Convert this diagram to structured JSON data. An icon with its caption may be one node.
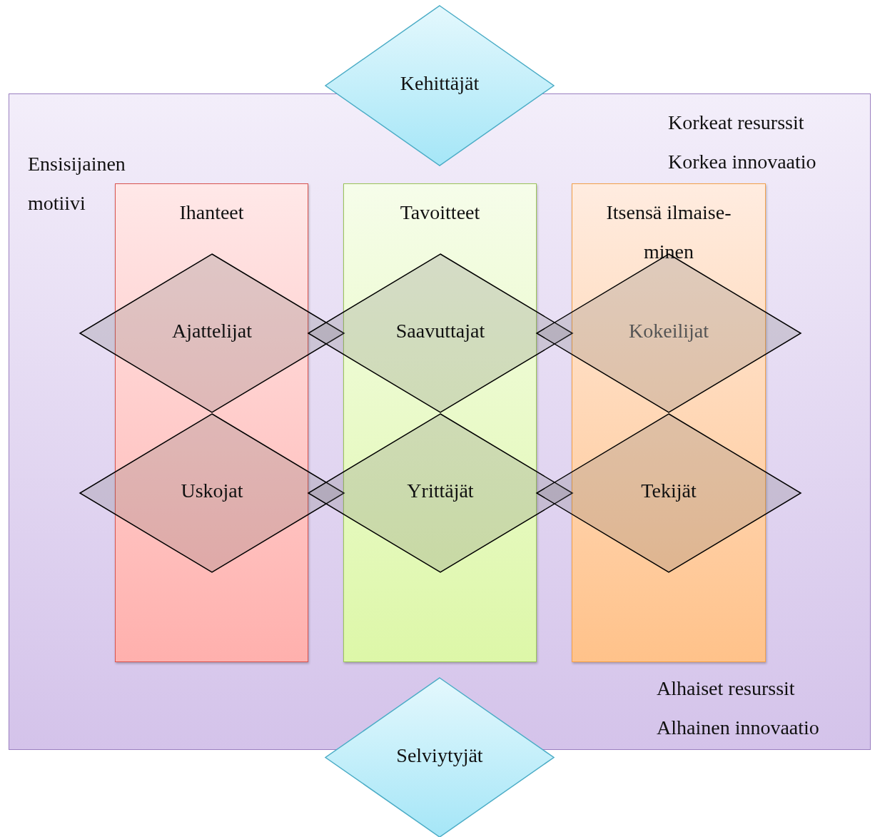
{
  "diagram": {
    "nodes": [
      {
        "text": [
          "Ensisijainen motiivi",
          "Korkeat resurssit",
          "Korkea innovaatio",
          "Alhaiset resurssit",
          "Alhainen innovaatio"
        ]
      },
      {
        "text": [
          "Kehittäjät"
        ]
      },
      {
        "text": [
          "Ihanteet"
        ],
        "in": 0
      },
      {
        "text": [
          "Tavoitteet"
        ],
        "in": 0
      },
      {
        "text": [
          "Itsensä ilmaise- minen"
        ],
        "in": 0
      },
      {
        "text": [
          "Ajattelijat"
        ],
        "in": 0
      },
      {
        "text": [
          "Saavuttajat"
        ],
        "in": 0
      },
      {
        "text": [
          "Kokeilijat"
        ],
        "in": 0
      },
      {
        "text": [
          "Uskojat"
        ],
        "in": 0
      },
      {
        "text": [
          "Yrittäjät"
        ],
        "in": 0
      },
      {
        "text": [
          "Tekijät"
        ],
        "in": 0
      },
      {
        "text": [
          "Selviytyjät"
        ]
      }
    ]
  }
}
